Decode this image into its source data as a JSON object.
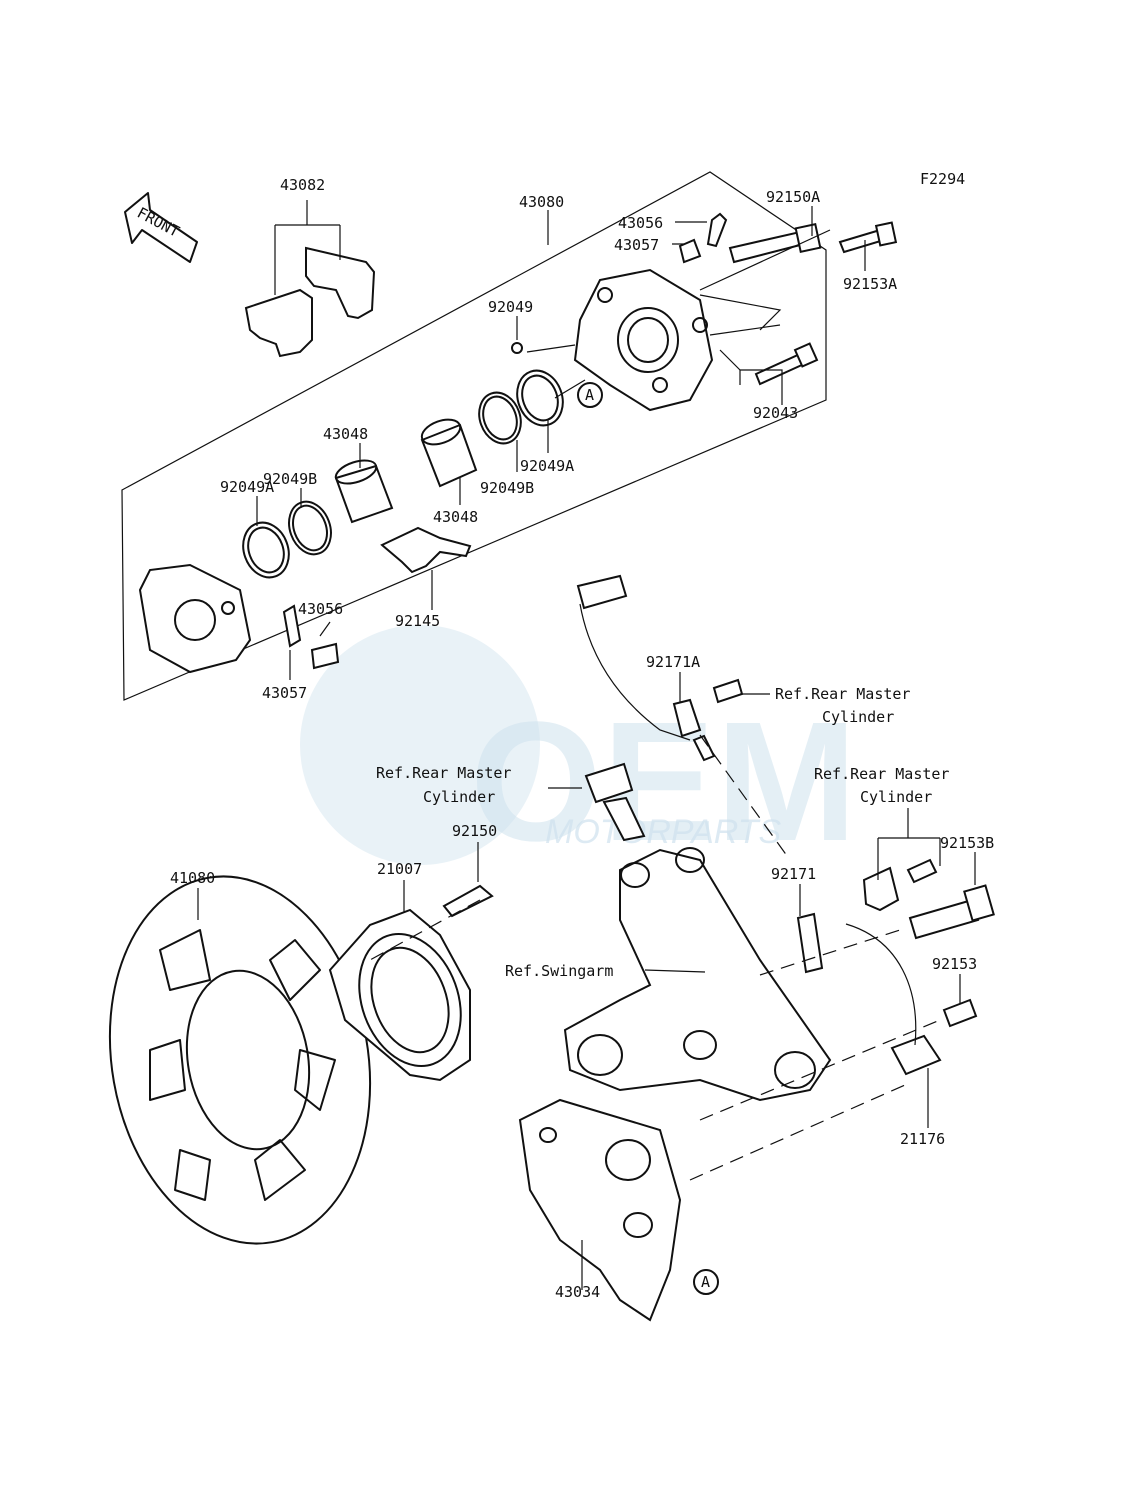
{
  "figure_code": "F2294",
  "front_marker": "FRONT",
  "watermark": {
    "logo": "OEM",
    "text": "MOTORPARTS",
    "color": "#cfe2ee"
  },
  "labels": {
    "p43082": "43082",
    "p43080": "43080",
    "p43056_top": "43056",
    "p43057_top": "43057",
    "p92150A": "92150A",
    "p92153A": "92153A",
    "p92049": "92049",
    "p92043": "92043",
    "p43048_top": "43048",
    "p92049B_left": "92049B",
    "p92049A_left": "92049A",
    "p43048_bottom": "43048",
    "p92049B_right": "92049B",
    "p92049A_right": "92049A",
    "p43056_bottom": "43056",
    "p43057_bottom": "43057",
    "p92145": "92145",
    "p92171A": "92171A",
    "ref_rmc1_line1": "Ref.Rear Master",
    "ref_rmc1_line2": "Cylinder",
    "ref_rmc2_line1": "Ref.Rear Master",
    "ref_rmc2_line2": "Cylinder",
    "ref_rmc3_line1": "Ref.Rear Master",
    "ref_rmc3_line2": "Cylinder",
    "p92150": "92150",
    "p21007": "21007",
    "p41080": "41080",
    "p92153B": "92153B",
    "p92171": "92171",
    "ref_swingarm": "Ref.Swingarm",
    "p92153": "92153",
    "p21176": "21176",
    "p43034": "43034",
    "marker_a1": "A",
    "marker_a2": "A"
  }
}
